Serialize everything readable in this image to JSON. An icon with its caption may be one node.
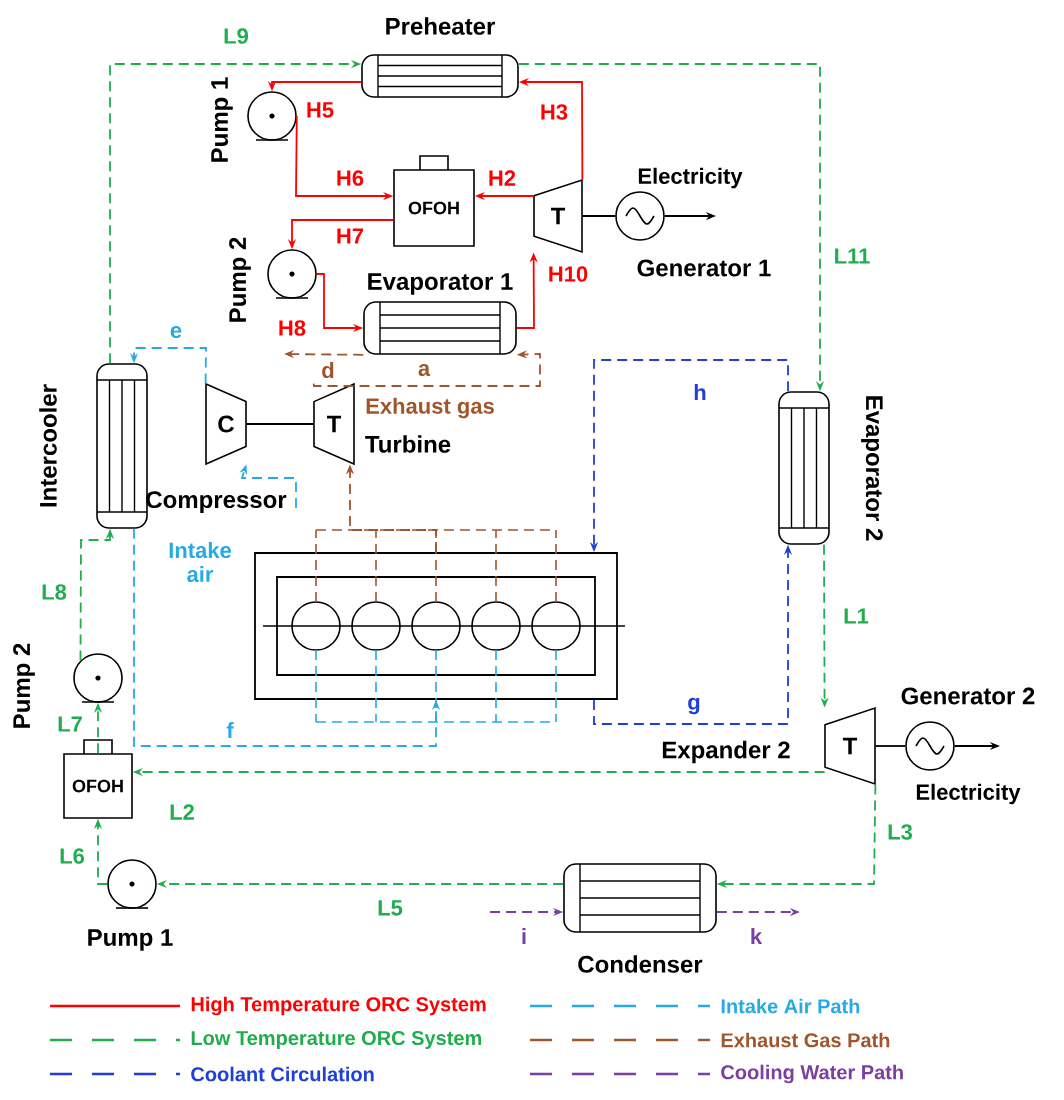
{
  "diagram": {
    "nodes": [
      {
        "text": [
          "Preheater"
        ]
      },
      {
        "text": [
          "Pump 1"
        ]
      },
      {
        "text": [
          "OFOH"
        ]
      },
      {
        "text": [
          "T"
        ]
      },
      {
        "text": [
          "Generator 1"
        ]
      },
      {
        "text": [
          "Pump 2"
        ]
      },
      {
        "text": [
          "Evaporator 1"
        ]
      },
      {
        "text": [],
        "shape": "box"
      },
      {
        "text": [
          "C",
          "Compressor"
        ]
      },
      {
        "text": [
          "T",
          "Turbine"
        ]
      },
      {
        "text": [
          "Intercooler"
        ]
      },
      {
        "text": [
          "Evaporator 2"
        ]
      },
      {
        "text": [
          "Expander 2",
          "T"
        ]
      },
      {
        "text": [
          "Generator 2"
        ]
      },
      {
        "text": [
          "Condenser"
        ]
      },
      {
        "text": [
          "Pump 1"
        ]
      },
      {
        "text": [
          "OFOH"
        ]
      },
      {
        "text": [
          "Pump 2"
        ]
      }
    ],
    "edges": [
      {
        "from": 3,
        "to": 0,
        "arrow": "to",
        "label": "H3",
        "color": "#ff0000"
      },
      {
        "from": 0,
        "to": 1,
        "arrow": "to",
        "label": "H5",
        "color": "#ff0000"
      },
      {
        "from": 1,
        "to": 2,
        "arrow": "to",
        "label": "H6",
        "color": "#ff0000"
      },
      {
        "from": 3,
        "to": 2,
        "arrow": "to",
        "label": "H2",
        "color": "#ff0000"
      },
      {
        "from": 2,
        "to": 5,
        "arrow": "to",
        "label": "H7",
        "color": "#ff0000"
      },
      {
        "from": 5,
        "to": 6,
        "arrow": "to",
        "label": "H8",
        "color": "#ff0000"
      },
      {
        "from": 6,
        "to": 3,
        "arrow": "to",
        "label": "H10",
        "color": "#ff0000"
      },
      {
        "from": 3,
        "to": 4,
        "arrow": "none",
        "color": "#000000"
      },
      {
        "from": 4,
        "to": null,
        "arrow": "to",
        "label": "Electricity",
        "color": "#000000"
      },
      {
        "from": 10,
        "to": 0,
        "arrow": "to",
        "label": "L9",
        "style": "dashed",
        "color": "#1fad4e"
      },
      {
        "from": 0,
        "to": 11,
        "arrow": "to",
        "label": "L11",
        "style": "dashed",
        "color": "#1fad4e"
      },
      {
        "from": 11,
        "to": 12,
        "arrow": "to",
        "label": "L1",
        "style": "dashed",
        "color": "#1fad4e"
      },
      {
        "from": 12,
        "to": 14,
        "arrow": "to",
        "label": "L3",
        "style": "dashed",
        "color": "#1fad4e"
      },
      {
        "from": 14,
        "to": 15,
        "arrow": "to",
        "label": "L5",
        "style": "dashed",
        "color": "#1fad4e"
      },
      {
        "from": 15,
        "to": 16,
        "arrow": "to",
        "label": "L6",
        "style": "dashed",
        "color": "#1fad4e"
      },
      {
        "from": 12,
        "to": 16,
        "arrow": "to",
        "label": "L2",
        "style": "dashed",
        "color": "#1fad4e"
      },
      {
        "from": 16,
        "to": 17,
        "arrow": "to",
        "label": "L7",
        "style": "dashed",
        "color": "#1fad4e"
      },
      {
        "from": 17,
        "to": 10,
        "arrow": "to",
        "label": "L8",
        "style": "dashed",
        "color": "#1fad4e"
      },
      {
        "from": null,
        "to": 8,
        "arrow": "to",
        "label": "Intake air",
        "style": "dashed",
        "color": "#27aae1"
      },
      {
        "from": 8,
        "to": 10,
        "arrow": "to",
        "label": "e",
        "style": "dashed",
        "color": "#27aae1"
      },
      {
        "from": 10,
        "to": 7,
        "arrow": "to",
        "label": "f",
        "style": "dashed",
        "color": "#27aae1"
      },
      {
        "from": 8,
        "to": 9,
        "arrow": "none",
        "color": "#000000"
      },
      {
        "from": 7,
        "to": 9,
        "arrow": "to",
        "style": "dashed",
        "color": "#a0562c"
      },
      {
        "from": 9,
        "to": 6,
        "arrow": "to",
        "label": "a",
        "style": "dashed",
        "color": "#a0562c"
      },
      {
        "from": 6,
        "to": null,
        "arrow": "to",
        "label": "d",
        "style": "dashed",
        "color": "#a0562c"
      },
      {
        "from": 7,
        "to": 11,
        "arrow": "to",
        "label": "g",
        "style": "dashed",
        "color": "#1f3fd8"
      },
      {
        "from": 11,
        "to": 7,
        "arrow": "to",
        "label": "h",
        "style": "dashed",
        "color": "#1f3fd8"
      },
      {
        "from": null,
        "to": 14,
        "arrow": "to",
        "label": "i",
        "style": "dashed",
        "color": "#7a3fa0"
      },
      {
        "from": 14,
        "to": null,
        "arrow": "to",
        "label": "k",
        "style": "dashed",
        "color": "#7a3fa0"
      },
      {
        "from": 12,
        "to": 13,
        "arrow": "none",
        "color": "#000000"
      },
      {
        "from": 13,
        "to": null,
        "arrow": "to",
        "label": "Electricity",
        "color": "#000000"
      }
    ],
    "labels": [
      "Exhaust gas"
    ],
    "legend": [
      {
        "text": "High Temperature ORC System",
        "color": "#ff0000"
      },
      {
        "text": "Intake Air Path",
        "color": "#27aae1"
      },
      {
        "text": "Low Temperature ORC System",
        "color": "#1fad4e"
      },
      {
        "text": "Exhaust Gas Path",
        "color": "#a0562c"
      },
      {
        "text": "Coolant Circulation",
        "color": "#1f3fd8"
      },
      {
        "text": "Cooling Water Path",
        "color": "#7a3fa0"
      }
    ]
  }
}
